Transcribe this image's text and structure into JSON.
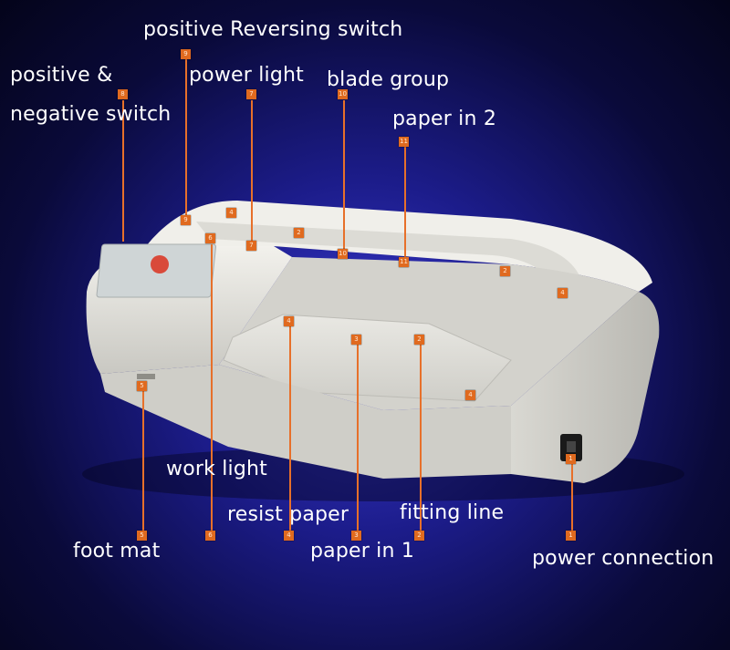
{
  "diagram": {
    "labels": {
      "reversing_switch": "positive Reversing switch",
      "pos_neg_switch_line1": "positive &",
      "pos_neg_switch_line2": "negative switch",
      "power_light": "power light",
      "blade_group": "blade group",
      "paper_in_2": "paper in 2",
      "work_light": "work light",
      "resist_paper": "resist paper",
      "fitting_line": "fitting line",
      "foot_mat": "foot mat",
      "paper_in_1": "paper in 1",
      "power_connection": "power connection"
    },
    "badges": {
      "n1": "1",
      "n2": "2",
      "n3": "3",
      "n4": "4",
      "n5": "5",
      "n6": "6",
      "n7": "7",
      "n8": "8",
      "n9": "9",
      "n10": "10",
      "n11": "11"
    },
    "colors": {
      "background": "#1c1c8a",
      "marker": "#e06a1f",
      "machine_body": "#e7e6e1",
      "text": "#ffffff"
    }
  }
}
